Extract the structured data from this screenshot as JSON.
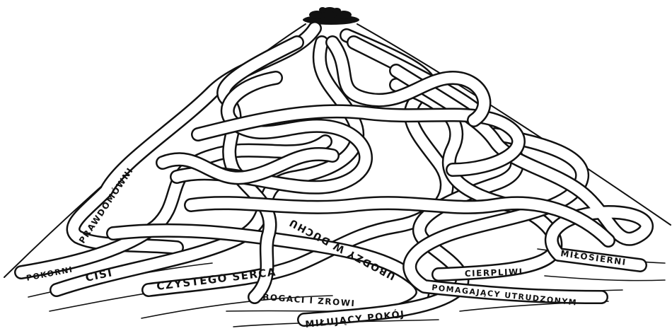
{
  "labels": {
    "pokorni": "POKORNI",
    "cisi": "CISI",
    "prawdomowni": "PRAWDOMÓWNI",
    "czystego_serca": "CZYSTEGO SERCA",
    "ubodzy_w_duchu": "UBODZY W DUCHU",
    "bogaci_i_zdrowi": "BOGACI I ZROWI",
    "milujacy_pokoj": "MIŁUJĄCY POKÓJ",
    "cierpliwi": "CIERPLIWI",
    "pomagajacy_utrudzonym": "POMAGAJĄCY UTRUDZONYM",
    "milosierni": "MIŁOSIERNI"
  },
  "colors": {
    "ink": "#111111",
    "paper": "#ffffff"
  }
}
